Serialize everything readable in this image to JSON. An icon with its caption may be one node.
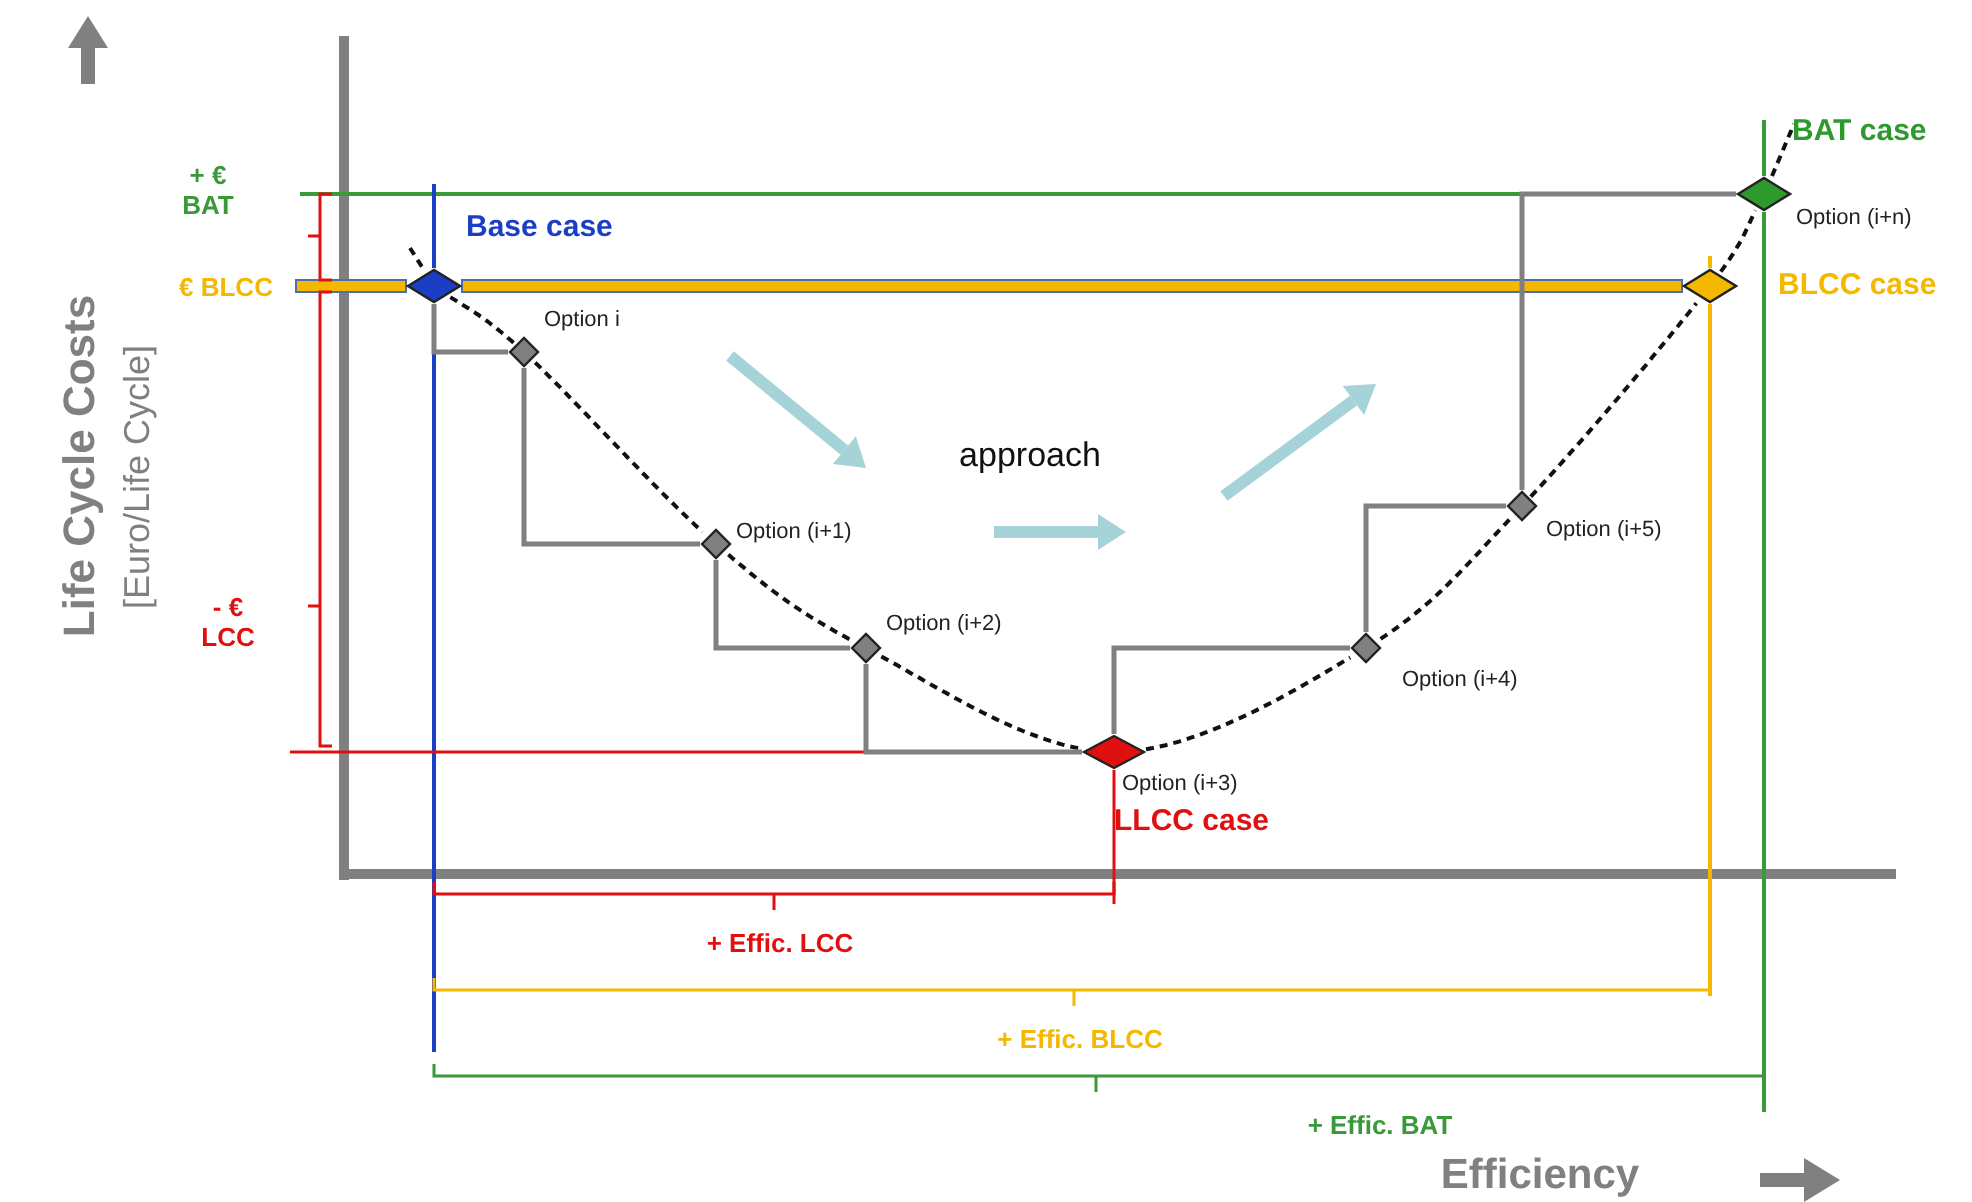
{
  "diagram": {
    "nodes": [
      {
        "text": [],
        "shape": "diamond",
        "beside": [
          "Base case"
        ]
      },
      {
        "text": [],
        "shape": "diamond",
        "beside": [
          "Option i"
        ]
      },
      {
        "text": [],
        "shape": "diamond",
        "beside": [
          "Option (i+1)"
        ]
      },
      {
        "text": [],
        "shape": "diamond",
        "beside": [
          "Option (i+2)"
        ]
      },
      {
        "text": [],
        "shape": "diamond",
        "beside": [
          "Option (i+3)",
          "LLCC case"
        ]
      },
      {
        "text": [],
        "shape": "diamond",
        "beside": [
          "Option (i+4)"
        ]
      },
      {
        "text": [],
        "shape": "diamond",
        "beside": [
          "Option (i+5)"
        ]
      },
      {
        "text": [],
        "shape": "diamond",
        "beside": [
          "BLCC case"
        ]
      },
      {
        "text": [],
        "shape": "diamond",
        "beside": [
          "BAT case",
          "Option (i+n)"
        ]
      }
    ],
    "edges": [
      {
        "from": 0,
        "to": 1,
        "arrow": "none",
        "style": "dashed"
      },
      {
        "from": 1,
        "to": 2,
        "arrow": "none",
        "style": "dashed"
      },
      {
        "from": 2,
        "to": 3,
        "arrow": "none",
        "style": "dashed"
      },
      {
        "from": 3,
        "to": 4,
        "arrow": "none",
        "style": "dashed"
      },
      {
        "from": 4,
        "to": 5,
        "arrow": "none",
        "style": "dashed"
      },
      {
        "from": 5,
        "to": 6,
        "arrow": "none",
        "style": "dashed"
      },
      {
        "from": 6,
        "to": 7,
        "arrow": "none",
        "style": "dashed"
      },
      {
        "from": 7,
        "to": 8,
        "arrow": "none",
        "style": "dashed"
      },
      {
        "from": 0,
        "to": 1,
        "arrow": "none",
        "color": "#808080"
      },
      {
        "from": 1,
        "to": 2,
        "arrow": "none",
        "color": "#808080"
      },
      {
        "from": 2,
        "to": 3,
        "arrow": "none",
        "color": "#808080"
      },
      {
        "from": 3,
        "to": 4,
        "arrow": "none",
        "color": "#808080"
      },
      {
        "from": 4,
        "to": 5,
        "arrow": "none",
        "color": "#808080"
      },
      {
        "from": 5,
        "to": 6,
        "arrow": "none",
        "color": "#808080"
      },
      {
        "from": 6,
        "to": 8,
        "arrow": "none",
        "color": "#808080"
      }
    ],
    "labels": [
      "+ € BAT",
      "€ BLCC",
      "- € LCC",
      "Life Cycle Costs",
      "[Euro/Life Cycle]",
      "approach",
      "+ Effic. LCC",
      "+ Effic. BLCC",
      "+ Effic. BAT",
      "Efficiency"
    ]
  }
}
